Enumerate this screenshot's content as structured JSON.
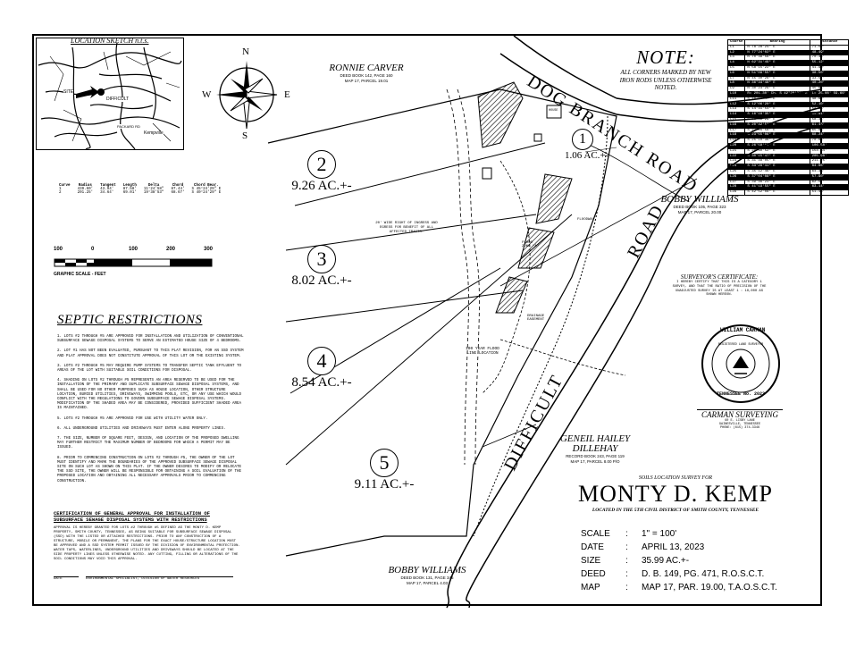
{
  "location_sketch": {
    "title": "LOCATION SKETCH n.t.s.",
    "labels": [
      "SITE",
      "DIFFICULT",
      "Kempville",
      "PACKARD RD"
    ]
  },
  "compass": {
    "n": "N",
    "s": "S",
    "e": "E",
    "w": "W"
  },
  "note": {
    "title": "NOTE:",
    "text": "ALL CORNERS MARKED BY NEW IRON RODS UNLESS OTHERWISE NOTED."
  },
  "courses_table": {
    "headers": [
      "Course",
      "Bearing",
      "Distance"
    ],
    "rows": [
      [
        "L1",
        "N 78°28'24\" E",
        "71.52'"
      ],
      [
        "L2",
        "N 77°24'02\" E",
        "48.49'"
      ],
      [
        "L3",
        "N 70°39'56\" E",
        "70.35'"
      ],
      [
        "L4",
        "N 62°31'49\" E",
        "55.12'"
      ],
      [
        "L5",
        "N 58°15'22\" E",
        "41.90'"
      ],
      [
        "L6",
        "N 51°09'55\" E",
        "38.50'"
      ],
      [
        "L7",
        "N 45°40'28\" E",
        "33.57'"
      ],
      [
        "L8",
        "N 36°34'48\" E",
        "40.20'"
      ],
      [
        "L9",
        "N 30°23'29\" E",
        "45.64'"
      ],
      [
        "L10",
        "R= 201.30'  Ch. S 42°28'37\" E",
        "L= 25.08'  59.66'"
      ],
      [
        "L11",
        "S 10°03'47\" E",
        "48.62'"
      ],
      [
        "L12",
        "S 12°06'20\" E",
        "52.10'"
      ],
      [
        "L13",
        "S 14°31'54\" E",
        "54.65'"
      ],
      [
        "L14",
        "S 16°18'35\" E",
        "55.91'"
      ],
      [
        "L15",
        "S 18°49'29\" E",
        "58.34'"
      ],
      [
        "L16",
        "S 20°42'53\" E",
        "61.43'"
      ],
      [
        "L17",
        "S 22°26'58\" E",
        "65.83'"
      ],
      [
        "L18",
        "S 23°55'06\" E",
        "68.24'"
      ],
      [
        "L19",
        "S 25°10'36\" E",
        "70.65'"
      ],
      [
        "L20",
        "S 26°58'19\" E",
        "106.58'"
      ],
      [
        "L21",
        "S 28°30'52\" E",
        "154.34'"
      ],
      [
        "L22",
        "S 30°15'47\" E",
        "205.98'"
      ],
      [
        "L23",
        "S 31°48'05\" E",
        "211.25'"
      ],
      [
        "L24",
        "S 33°29'41\" E",
        "84.66'"
      ],
      [
        "L25",
        "S 35°12'46\" E",
        "64.33'"
      ],
      [
        "L26",
        "S 37°04'08\" E",
        "57.90'"
      ],
      [
        "L27",
        "S 39°46'23\" E",
        "62.57'"
      ],
      [
        "L28",
        "S 41°19'55\" E",
        "63.14'"
      ],
      [
        "L29",
        "S 42°52'08\" E",
        "51.48'"
      ]
    ]
  },
  "curve_table": {
    "headers": [
      "Curve",
      "Radius",
      "Tangent",
      "Length",
      "Delta",
      "Chord",
      "Chord Bear."
    ],
    "rows": [
      [
        "1",
        "439.60'",
        "43.94'",
        "87.58'",
        "11°24'58\"",
        "87.44'",
        "S 45°24'29\" E"
      ],
      [
        "2",
        "201.25'",
        "34.64'",
        "69.01'",
        "19°38'53\"",
        "68.67'",
        "S 40°24'29\" E"
      ]
    ]
  },
  "scale_bar": {
    "ticks": [
      "100",
      "0",
      "100",
      "200",
      "300"
    ],
    "caption": "GRAPHIC SCALE - FEET"
  },
  "septic": {
    "title": "SEPTIC RESTRICTIONS",
    "items": [
      "1. LOTS #2 THROUGH #5 ARE APPROVED FOR INSTALLATION AND UTILIZATION OF CONVENTIONAL SUBSURFACE SEWAGE DISPOSAL SYSTEMS TO SERVE AN ESTIMATED HOUSE SIZE OF 4 BEDROOMS.",
      "2. LOT #1 HAS NOT BEEN EVALUATED, PURSUANT TO THIS PLAT REVISION, FOR AN SSD SYSTEM AND PLAT APPROVAL DOES NOT CONSTITUTE APPROVAL OF THIS LOT OR THE EXISTING SYSTEM.",
      "3. LOTS #2 THROUGH #5 MAY REQUIRE PUMP SYSTEMS TO TRANSFER SEPTIC TANK EFFLUENT TO AREAS OF THE LOT WITH SUITABLE SOIL CONDITIONS FOR DISPOSAL.",
      "4. SHADING ON LOTS #2 THROUGH #5 REPRESENTS AN AREA RESERVED TO BE USED FOR THE INSTALLATION OF THE PRIMARY AND DUPLICATE SUBSURFACE SEWAGE DISPOSAL SYSTEMS, AND SHALL BE USED FOR NO OTHER PURPOSES SUCH AS HOUSE LOCATION, OTHER STRUCTURE LOCATION, BURIED UTILITIES, DRIVEWAYS, SWIMMING POOLS, ETC, OR ANY USE WHICH WOULD CONFLICT WITH THE REGULATIONS TO GOVERN SUBSURFACE SEWAGE DISPOSAL SYSTEMS. MODIFICATION OF THE SHADED AREA MAY BE CONSIDERED, PROVIDED SUFFICIENT SHADED AREA IS MAINTAINED.",
      "5. LOTS #2 THROUGH #5 ARE APPROVED FOR USE WITH UTILITY WATER ONLY.",
      "6. ALL UNDERGROUND UTILITIES AND DRIVEWAYS MUST ENTER ALONG PROPERTY LINES.",
      "7. THE SIZE, NUMBER OF SQUARE FEET, DESIGN, AND LOCATION OF THE PROPOSED DWELLING MAY FURTHER RESTRICT THE MAXIMUM NUMBER OF BEDROOMS FOR WHICH A PERMIT MAY BE ISSUED.",
      "8. PRIOR TO COMMENCING CONSTRUCTION ON LOTS #2 THROUGH #5, THE OWNER OF THE LOT MUST IDENTIFY AND MARK THE BOUNDARIES OF THE APPROVED SUBSURFACE SEWAGE DISPOSAL SITE ON SUCH LOT AS SHOWN ON THIS PLAT. IF THE OWNER DESIRES TO MODIFY OR RELOCATE THE SSD SITE, THE OWNER WILL BE RESPONSIBLE FOR OBTAINING A SOIL EVALUATION OF THE PROPOSED LOCATION AND OBTAINING ALL NECESSARY APPROVALS PRIOR TO COMMENCING CONSTRUCTION."
    ]
  },
  "certification": {
    "title": "CERTIFICATION OF GENERAL APPROVAL FOR INSTALLATION OF SUBSURFACE SEWAGE DISPOSAL SYSTEMS WITH RESTRICTIONS",
    "text": "APPROVAL IS HEREBY GRANTED FOR LOTS #2 THROUGH #5 DEFINED AS THE MONTY D. KEMP PROPERTY, SMITH COUNTY, TENNESSEE, AS BEING SUITABLE FOR SUBSURFACE SEWAGE DISPOSAL (SSD) WITH THE LISTED OR ATTACHED RESTRICTIONS. PRIOR TO ANY CONSTRUCTION OF A STRUCTURE, MOBILE OR PERMANENT, THE PLANS FOR THE EXACT HOUSE/STRUCTURE LOCATION MUST BE APPROVED AND A SSD SYSTEM PERMIT ISSUED BY THE DIVISION OF ENVIRONMENTAL PROTECTION. WATER TAPS, WATERLINES, UNDERGROUND UTILITIES AND DRIVEWAYS SHOULD BE LOCATED AT THE SIDE PROPERTY LINES UNLESS OTHERWISE NOTED. ANY CUTTING, FILLING OR ALTERATIONS OF THE SOIL CONDITIONS MAY VOID THIS APPROVAL.",
    "sig_date": "DATE",
    "sig_role": "ENVIRONMENTAL SPECIALIST, DIVISION OF WATER RESOURCES"
  },
  "tracts": [
    {
      "num": "1",
      "acres": "1.06 AC.+-"
    },
    {
      "num": "2",
      "acres": "9.26 AC.+-"
    },
    {
      "num": "3",
      "acres": "8.02 AC.+-"
    },
    {
      "num": "4",
      "acres": "8.54 AC.+-"
    },
    {
      "num": "5",
      "acres": "9.11 AC.+-"
    }
  ],
  "neighbors": {
    "ronnie": {
      "name": "RONNIE CARVER",
      "deed": "DEED BOOK 142, PAGE 160",
      "map": "MAP 17, PARCEL 19.01"
    },
    "bobby_east": {
      "name": "BOBBY WILLIAMS",
      "deed": "DEED BOOK 105, PAGE 323",
      "map": "MAP 17, PARCEL 20.00"
    },
    "geneil": {
      "name": "GENEIL HAILEY DILLEHAY",
      "deed": "RECORD BOOK 243, PAGE 119",
      "map": "MAP 17, PARCEL 8.00 P/O"
    },
    "bobby_south": {
      "name": "BOBBY WILLIAMS",
      "deed": "DEED BOOK 131, PAGE 346",
      "map": "MAP 17, PARCEL 4.03"
    }
  },
  "roads": {
    "dog_branch": "DOG BRANCH ROAD",
    "difficult": "DIFFICULT",
    "road": "ROAD"
  },
  "annotations": {
    "ingress": "20' WIDE RIGHT OF INGRESS AND EGRESS FOR BENEFIT OF ALL AFFECTED TRACTS.",
    "floodway": "FLOODWAY",
    "flood_zone": "FLOOD ZONE \"A\"",
    "flood_line": "100 YEAR FLOOD LINE LOCATION",
    "drainage": "DRAINAGE EASEMENT",
    "house": "HOUSE"
  },
  "surveyor": {
    "title": "SURVEYOR'S CERTIFICATE:",
    "text": "I HEREBY CERTIFY THAT THIS IS A CATEGORY 1 SURVEY, AND THAT THE RATIO OF PRECISION OF THE UNADJUSTED SURVEY IS AT LEAST 1 : 10,000 AS SHOWN HEREON.",
    "seal_top": "WILLIAM CARMAN",
    "seal_mid": "REGISTERED LAND SURVEYOR",
    "seal_bottom": "TENNESSEE No. 2023",
    "company": "CARMAN SURVEYING",
    "address": "60 E. LISBY LANE",
    "city": "GAINESVILLE, TENNESSEE",
    "phone": "PHONE: (615) 374-3346"
  },
  "title_block": {
    "subtitle": "SOILS LOCATION SURVEY FOR",
    "owner": "MONTY D. KEMP",
    "location": "LOCATED IN THE 5TH CIVIL DISTRICT OF SMITH COUNTY, TENNESSEE",
    "rows": [
      {
        "k": "SCALE",
        "v": "1\" = 100'"
      },
      {
        "k": "DATE",
        "v": "APRIL 13, 2023"
      },
      {
        "k": "SIZE",
        "v": "35.99 AC.+-"
      },
      {
        "k": "DEED",
        "v": "D. B. 149, PG. 471, R.O.S.C.T."
      },
      {
        "k": "MAP",
        "v": "MAP 17, PAR. 19.00, T.A.O.S.C.T."
      }
    ]
  }
}
